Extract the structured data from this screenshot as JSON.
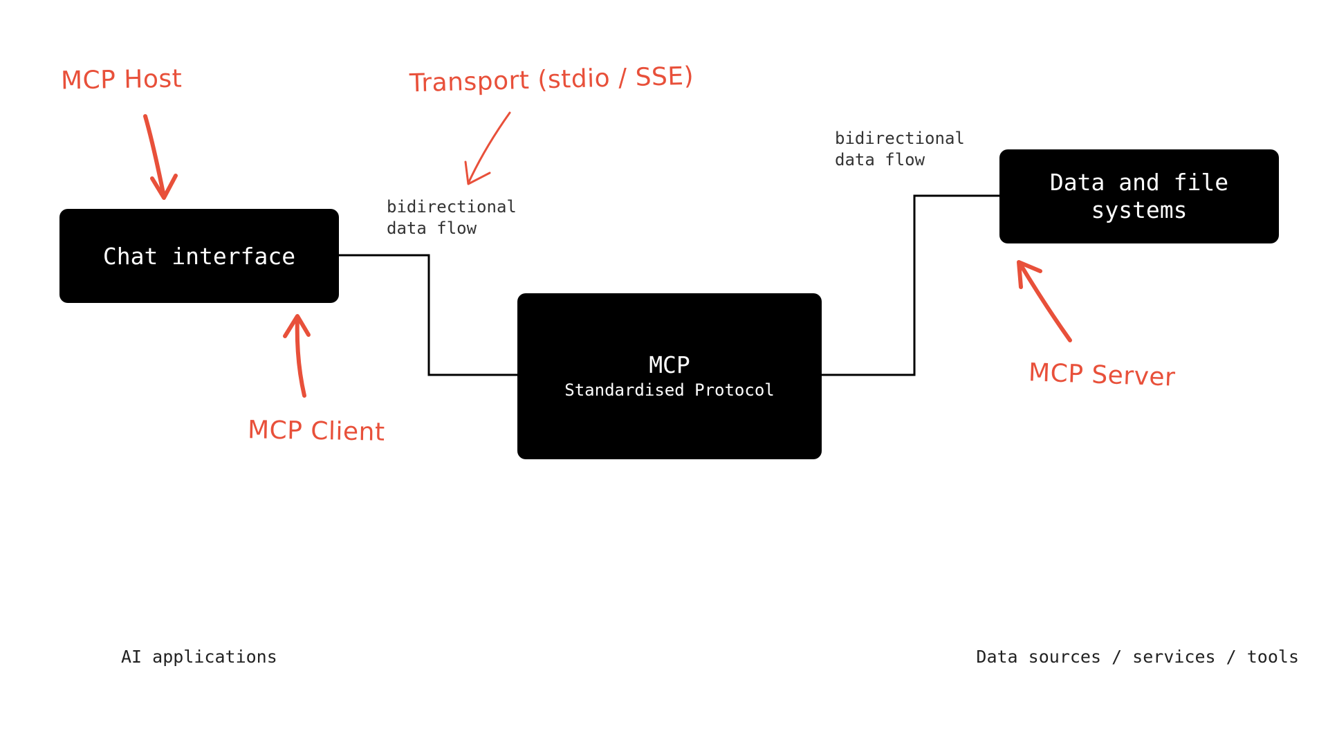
{
  "boxes": {
    "chat": {
      "label": "Chat interface"
    },
    "mcp": {
      "title": "MCP",
      "subtitle": "Standardised Protocol"
    },
    "data": {
      "label": "Data and file systems"
    }
  },
  "flow_labels": {
    "left": "bidirectional\ndata flow",
    "right": "bidirectional\ndata flow"
  },
  "groups": {
    "left": "AI applications",
    "right": "Data sources / services / tools"
  },
  "annotations": {
    "host": "MCP Host",
    "transport": "Transport (stdio / SSE)",
    "client": "MCP Client",
    "server": "MCP Server"
  },
  "colors": {
    "box": "#000000",
    "annotation": "#e8503a",
    "connector": "#000000"
  }
}
